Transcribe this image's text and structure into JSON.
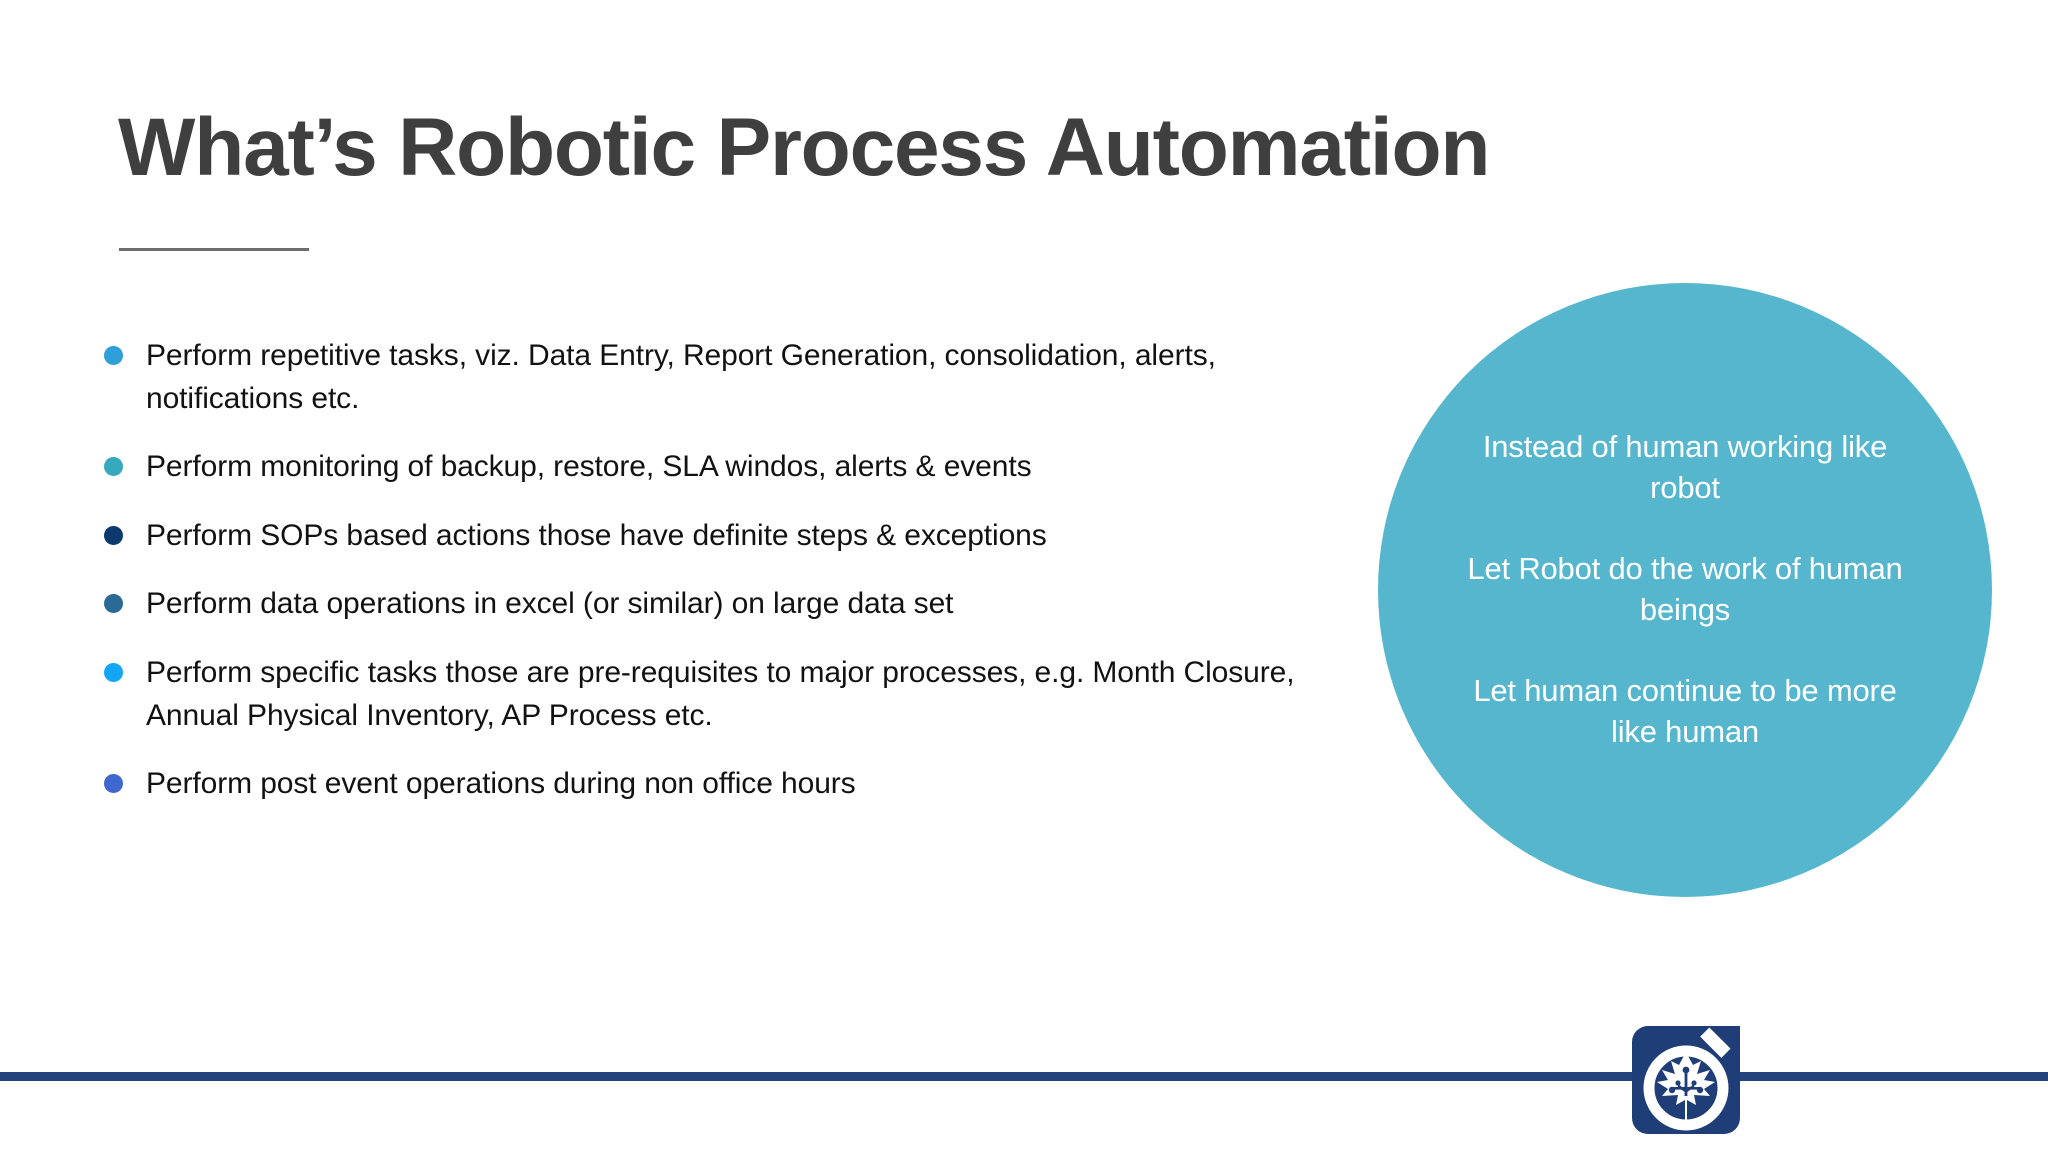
{
  "slide": {
    "title": "What’s Robotic Process Automation",
    "background_color": "#ffffff",
    "title_color": "#3f3f3f",
    "accent_rule_color": "#6d6d6d",
    "footer_rule_color": "#24437c"
  },
  "bullets": [
    {
      "text": "Perform repetitive tasks, viz. Data Entry, Report Generation, consolidation, alerts, notifications etc.",
      "dot_color": "#2e9fd8"
    },
    {
      "text": "Perform monitoring of backup, restore, SLA windos, alerts & events",
      "dot_color": "#36a9bf"
    },
    {
      "text": "Perform SOPs based actions those have definite steps & exceptions",
      "dot_color": "#0d3a6e"
    },
    {
      "text": "Perform data operations in excel (or similar) on large data set",
      "dot_color": "#2b6a96"
    },
    {
      "text": "Perform specific tasks those are pre-requisites to major processes, e.g. Month Closure, Annual Physical Inventory, AP Process etc.",
      "dot_color": "#12a6f5"
    },
    {
      "text": "Perform post event operations during non office hours",
      "dot_color": "#3e68cf"
    }
  ],
  "circle": {
    "fill_color": "#55b6cd",
    "text_color": "#ffffff",
    "lines": [
      "Instead of human working like robot",
      "Let Robot do the work of human beings",
      "Let human continue to be more like human"
    ]
  },
  "logo": {
    "name": "maple-leaf-circuit-logo",
    "badge_color": "#1f3d77",
    "mark_color": "#ffffff"
  }
}
